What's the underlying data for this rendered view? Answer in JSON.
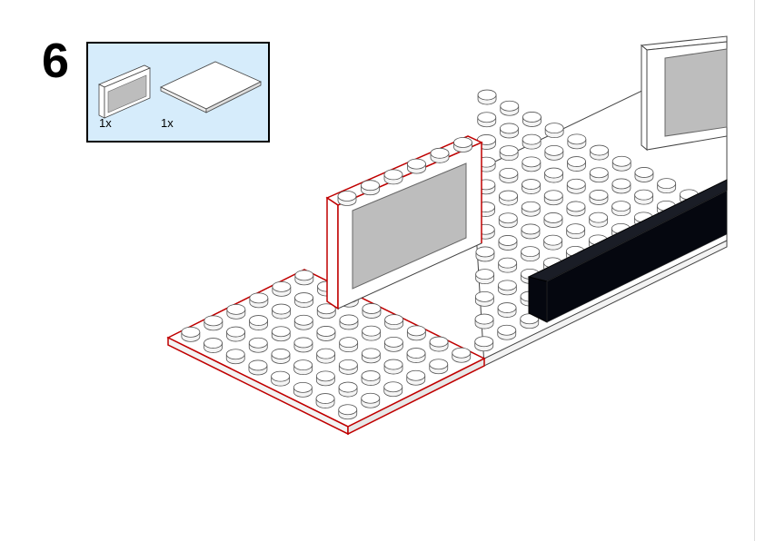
{
  "step_number": "6",
  "parts_list": {
    "items": [
      {
        "name": "window-panel-1x6",
        "quantity": "1x"
      },
      {
        "name": "plate-6x8-white",
        "quantity": "1x"
      }
    ]
  },
  "colors": {
    "panel_bg": "#d6ecfb",
    "highlight": "#c00000",
    "brick_black": "#05070f",
    "glass": "#bdbdbd"
  }
}
